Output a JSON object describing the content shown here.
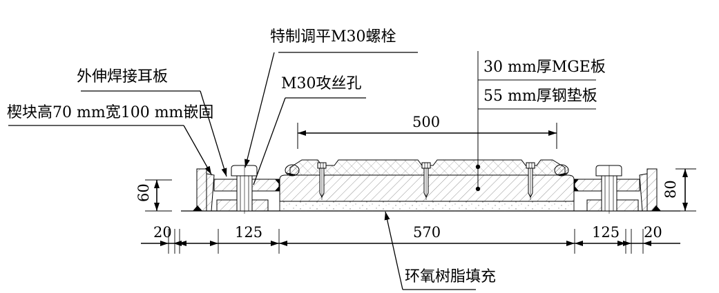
{
  "diagram": {
    "type": "engineering-section",
    "colors": {
      "line": "#000000",
      "background": "#ffffff",
      "hatch": "#6b6b6b"
    },
    "labels": {
      "leveling_bolt": "特制调平M30螺栓",
      "ear_plate": "外伸焊接耳板",
      "wedge": "楔块高70 mm宽100 mm嵌固",
      "tapped_hole": "M30攻丝孔",
      "mge_plate": "30 mm厚MGE板",
      "steel_plate": "55 mm厚钢垫板",
      "epoxy": "环氧树脂填充"
    },
    "dimensions": {
      "top_span": "500",
      "left_height": "60",
      "right_height": "80",
      "bottom": [
        "20",
        "125",
        "570",
        "125",
        "20"
      ]
    }
  }
}
